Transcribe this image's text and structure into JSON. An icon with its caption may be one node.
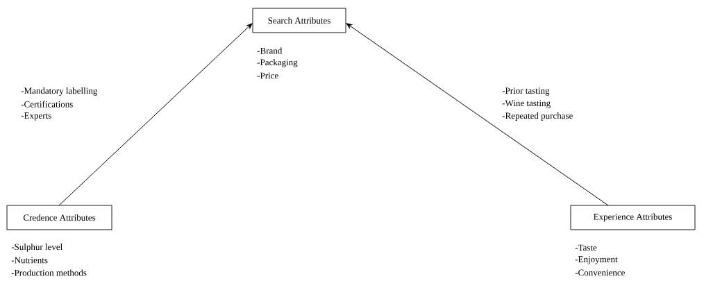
{
  "diagram": {
    "nodes": [
      {
        "text": [
          "Search Attributes"
        ],
        "beside": [
          "-Brand",
          "-Packaging",
          "-Price"
        ]
      },
      {
        "text": [
          "Credence Attributes"
        ],
        "beside": [
          "-Sulphur level",
          "-Nutrients",
          "-Production methods"
        ]
      },
      {
        "text": [
          "Experience Attributes"
        ],
        "beside": [
          "-Taste",
          "-Enjoyment",
          "-Convenience"
        ]
      }
    ],
    "edges": [
      {
        "from": 1,
        "to": 0,
        "arrow": "to"
      },
      {
        "from": 2,
        "to": 0,
        "arrow": "to"
      }
    ],
    "labels": [
      "-Mandatory labelling",
      "-Certifications",
      "-Experts",
      "-Prior tasting",
      "-Wine tasting",
      "-Repeated purchase"
    ]
  }
}
